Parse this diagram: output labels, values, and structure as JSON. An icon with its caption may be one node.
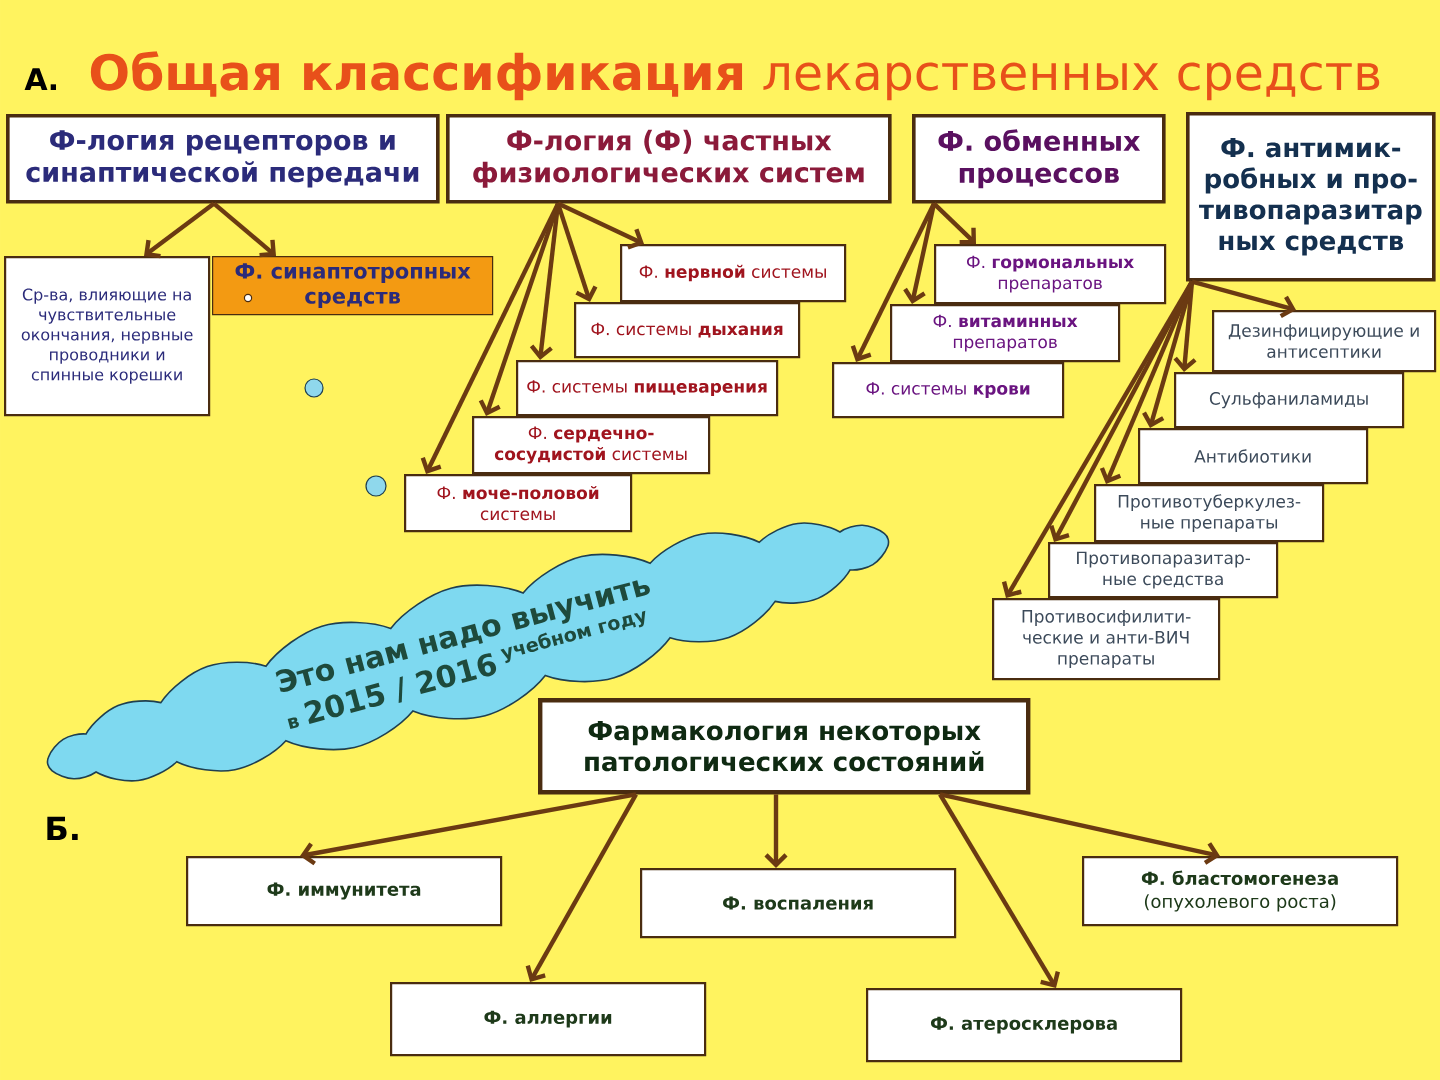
{
  "diagram": {
    "title": "**Общая классификация** лекарственных средств",
    "nodes": [
      {
        "text": [
          "Ф-логия рецепторов и синаптической передачи"
        ]
      },
      {
        "text": [
          "Ф-логия (Ф) частных физиологических систем"
        ]
      },
      {
        "text": [
          "Ф. обменных процессов"
        ]
      },
      {
        "text": [
          "Ф. антимик- робных и про- тивопаразитар ных средств"
        ]
      },
      {
        "text": [
          "Ср-ва, влияющие на чувствительные окончания, нервные проводники и спинные корешки"
        ]
      },
      {
        "text": [
          "Ф. синаптотропных средств"
        ]
      },
      {
        "text": [
          "Ф. **нервной** системы"
        ]
      },
      {
        "text": [
          "Ф. системы **дыхания**"
        ]
      },
      {
        "text": [
          "Ф. системы **пищеварения**"
        ]
      },
      {
        "text": [
          "Ф. **сердечно- сосудистой** системы"
        ]
      },
      {
        "text": [
          "Ф. **моче-половой** системы"
        ]
      },
      {
        "text": [
          "Ф. **гормональных** препаратов"
        ]
      },
      {
        "text": [
          "Ф. **витаминных** препаратов"
        ]
      },
      {
        "text": [
          "Ф. системы **крови**"
        ]
      },
      {
        "text": [
          "Дезинфицирующие и антисептики"
        ]
      },
      {
        "text": [
          "Сульфаниламиды"
        ]
      },
      {
        "text": [
          "Антибиотики"
        ]
      },
      {
        "text": [
          "Противотуберкулез- ные препараты"
        ]
      },
      {
        "text": [
          "Противопаразитар- ные средства"
        ]
      },
      {
        "text": [
          "Противосифилити- ческие и анти-ВИЧ препараты"
        ]
      },
      {
        "text": [
          "Это нам надо выучить",
          "в",
          "2015 / 2016",
          "учебном году"
        ]
      },
      {
        "text": [
          "Фармакология некоторых патологических состояний"
        ]
      },
      {
        "text": [
          "Ф. иммунитета"
        ]
      },
      {
        "text": [
          "Ф. воспаления"
        ]
      },
      {
        "text": [
          "Ф. бластомогенеза",
          "(опухолевого роста)"
        ]
      },
      {
        "text": [
          "Ф. аллергии"
        ]
      },
      {
        "text": [
          "Ф. атеросклерова"
        ]
      }
    ],
    "edges": [
      {
        "from": 0,
        "to": 4,
        "arrow": "to"
      },
      {
        "from": 0,
        "to": 5,
        "arrow": "to"
      },
      {
        "from": 1,
        "to": 6,
        "arrow": "to"
      },
      {
        "from": 1,
        "to": 7,
        "arrow": "to"
      },
      {
        "from": 1,
        "to": 8,
        "arrow": "to"
      },
      {
        "from": 1,
        "to": 9,
        "arrow": "to"
      },
      {
        "from": 1,
        "to": 10,
        "arrow": "to"
      },
      {
        "from": 2,
        "to": 11,
        "arrow": "to"
      },
      {
        "from": 2,
        "to": 12,
        "arrow": "to"
      },
      {
        "from": 2,
        "to": 13,
        "arrow": "to"
      },
      {
        "from": 3,
        "to": 14,
        "arrow": "to"
      },
      {
        "from": 3,
        "to": 15,
        "arrow": "to"
      },
      {
        "from": 3,
        "to": 16,
        "arrow": "to"
      },
      {
        "from": 3,
        "to": 17,
        "arrow": "to"
      },
      {
        "from": 3,
        "to": 18,
        "arrow": "to"
      },
      {
        "from": 3,
        "to": 19,
        "arrow": "to"
      },
      {
        "from": 21,
        "to": 22,
        "arrow": "to"
      },
      {
        "from": 21,
        "to": 23,
        "arrow": "to"
      },
      {
        "from": 21,
        "to": 24,
        "arrow": "to"
      },
      {
        "from": 21,
        "to": 25,
        "arrow": "to"
      },
      {
        "from": 21,
        "to": 26,
        "arrow": "to"
      }
    ],
    "labels": [
      "А.",
      "Б."
    ]
  }
}
